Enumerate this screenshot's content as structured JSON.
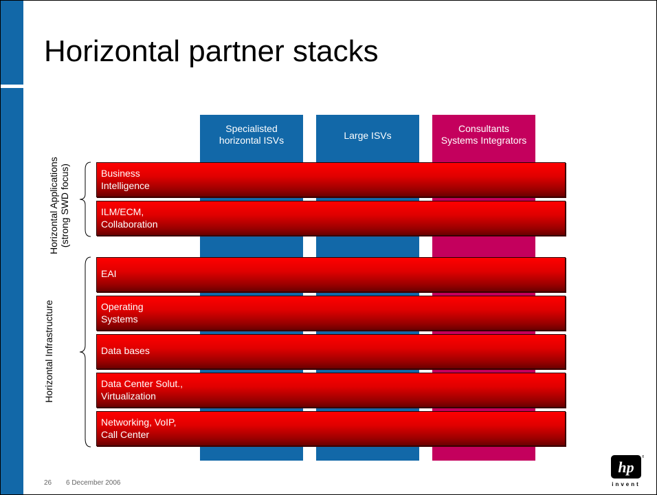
{
  "slide": {
    "title": "Horizontal partner stacks",
    "page_number": "26",
    "date": "6 December 2006",
    "logo_text": "invent",
    "logo_icon": "hp-logo-icon"
  },
  "columns": [
    {
      "label": "Specialisted\nhorizontal ISVs",
      "color": "#1268a8"
    },
    {
      "label": "Large ISVs",
      "color": "#1268a8"
    },
    {
      "label": "Consultants\nSystems Integrators",
      "color": "#c4005d"
    }
  ],
  "groups": [
    {
      "label": "Horizontal Applications\n(strong SWD focus)"
    },
    {
      "label": "Horizontal Infrastructure"
    }
  ],
  "layers": [
    {
      "label": "Business\nIntelligence"
    },
    {
      "label": "ILM/ECM,\nCollaboration"
    },
    {
      "label": "EAI"
    },
    {
      "label": "Operating\nSystems"
    },
    {
      "label": "Data bases"
    },
    {
      "label": "Data Center Solut.,\nVirtualization"
    },
    {
      "label": "Networking, VoIP,\nCall Center"
    }
  ]
}
